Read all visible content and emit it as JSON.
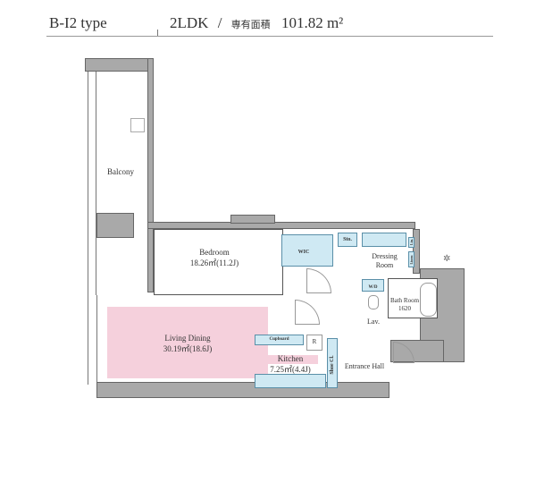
{
  "header": {
    "type_label": "B-I2 type",
    "layout": "2LDK",
    "separator": "/",
    "area_label": "専有面積",
    "area_value": "101.82",
    "area_unit": "m²"
  },
  "rooms": {
    "balcony": "Balcony",
    "bedroom": {
      "name": "Bedroom",
      "size": "18.26㎡(11.2J)"
    },
    "wic": "WIC",
    "sto": "Sto.",
    "dressing": {
      "line1": "Dressing",
      "line2": "Room"
    },
    "lin1": "Lin.",
    "lin2": "Linen",
    "wd": "W/D",
    "bath": {
      "name": "Bath Room",
      "size": "1620"
    },
    "lav": "Lav.",
    "living": {
      "name": "Living Dining",
      "size": "30.19㎡(18.6J)"
    },
    "cupboard": "Cupboard",
    "r": "R",
    "kitchen": {
      "name": "Kitchen",
      "size": "7.25㎡(4.4J)"
    },
    "shoe": "Shoe Cl.",
    "entrance": "Entrance Hall"
  },
  "colors": {
    "pink": "#f5d0dc",
    "blue": "#cfe9f3",
    "wall": "#a9a9a9"
  }
}
